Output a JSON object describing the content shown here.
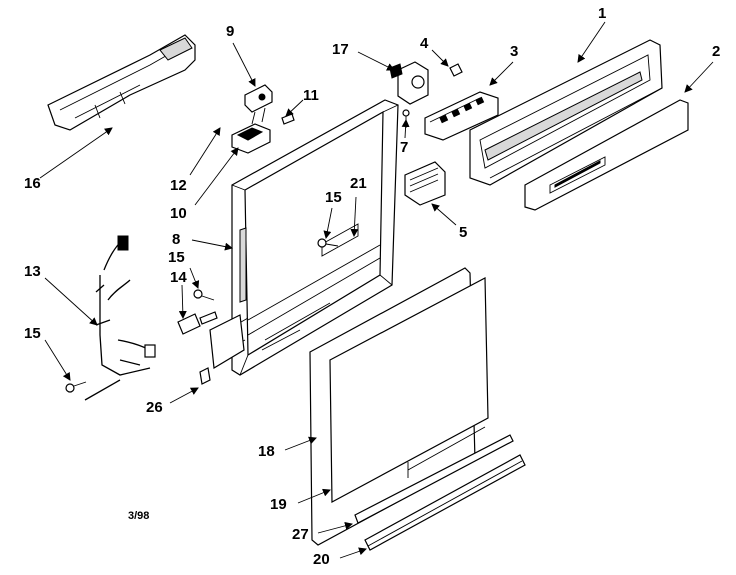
{
  "callouts": {
    "c1": "1",
    "c2": "2",
    "c3": "3",
    "c4": "4",
    "c5": "5",
    "c7": "7",
    "c8": "8",
    "c9": "9",
    "c10": "10",
    "c11": "11",
    "c12": "12",
    "c13": "13",
    "c14": "14",
    "c15a": "15",
    "c15b": "15",
    "c15c": "15",
    "c16": "16",
    "c17": "17",
    "c18": "18",
    "c19": "19",
    "c20": "20",
    "c21": "21",
    "c26": "26",
    "c27": "27"
  },
  "date_code": "3/98"
}
